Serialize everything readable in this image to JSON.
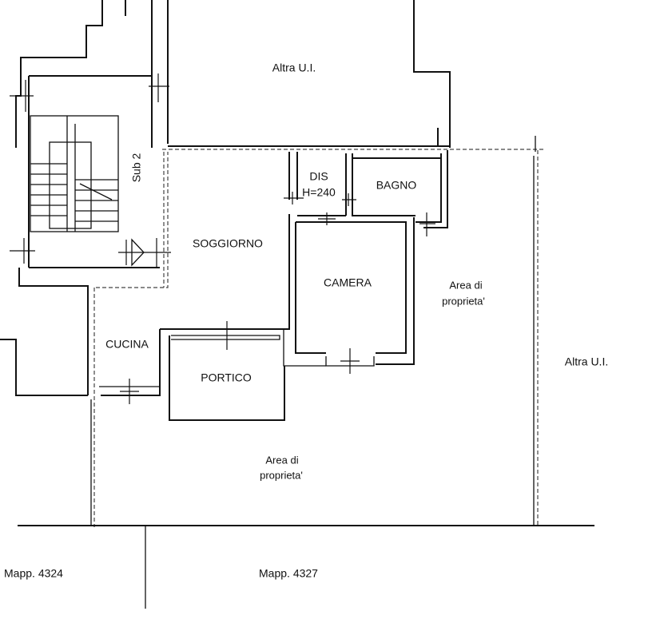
{
  "labels": {
    "altra_ui_top": "Altra U.I.",
    "altra_ui_right": "Altra U.I.",
    "sub2": "Sub 2",
    "dis": "DIS",
    "dis_height": "H=240",
    "bagno": "BAGNO",
    "soggiorno": "SOGGIORNO",
    "camera": "CAMERA",
    "area_right_1": "Area di",
    "area_right_2": "proprieta'",
    "cucina": "CUCINA",
    "portico": "PORTICO",
    "area_bottom_1": "Area di",
    "area_bottom_2": "proprieta'",
    "mapp_left": "Mapp. 4324",
    "mapp_right": "Mapp. 4327"
  },
  "colors": {
    "ink": "#111111",
    "background": "#ffffff"
  }
}
